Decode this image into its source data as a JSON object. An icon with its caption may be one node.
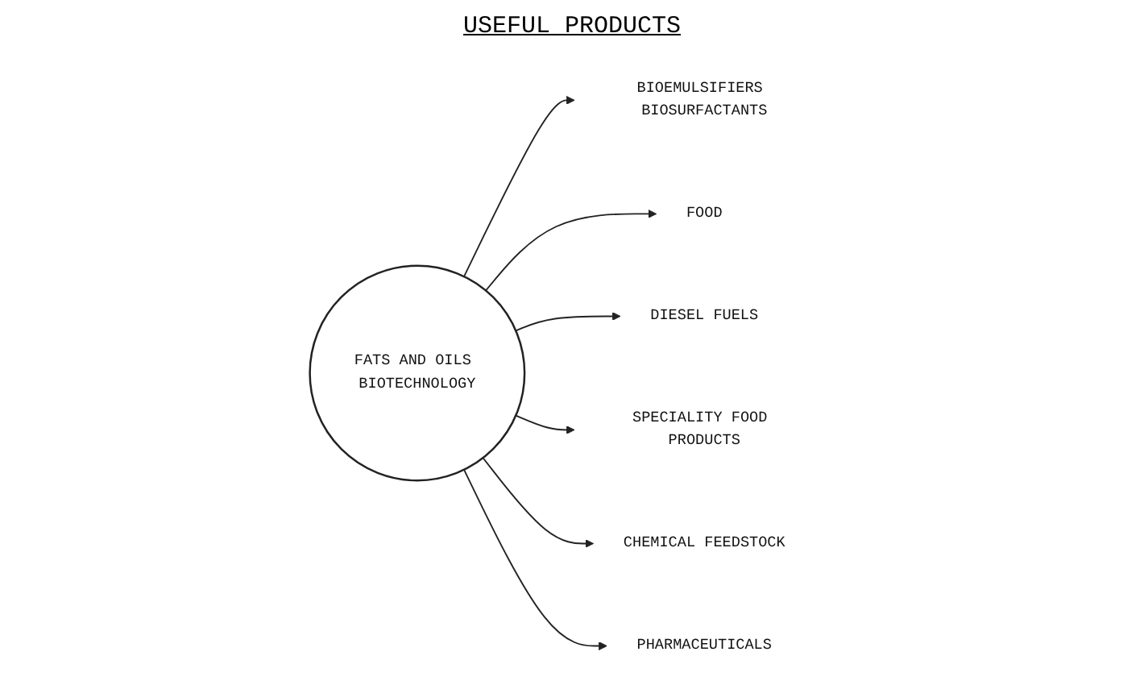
{
  "diagram": {
    "title": "USEFUL PRODUCTS",
    "nodes": [
      {
        "text": [
          "FATS AND OILS BIOTECHNOLOGY"
        ]
      },
      {
        "text": [
          "BIOEMULSIFIERS BIOSURFACTANTS"
        ]
      },
      {
        "text": [
          "FOOD"
        ]
      },
      {
        "text": [
          "DIESEL FUELS"
        ]
      },
      {
        "text": [
          "SPECIALITY FOOD PRODUCTS"
        ]
      },
      {
        "text": [
          "CHEMICAL FEEDSTOCK"
        ]
      },
      {
        "text": [
          "PHARMACEUTICALS"
        ]
      }
    ],
    "edges": [
      {
        "from": 0,
        "to": 1,
        "arrow": "to"
      },
      {
        "from": 0,
        "to": 2,
        "arrow": "to"
      },
      {
        "from": 0,
        "to": 3,
        "arrow": "to"
      },
      {
        "from": 0,
        "to": 4,
        "arrow": "to"
      },
      {
        "from": 0,
        "to": 5,
        "arrow": "to"
      },
      {
        "from": 0,
        "to": 6,
        "arrow": "to"
      }
    ]
  }
}
